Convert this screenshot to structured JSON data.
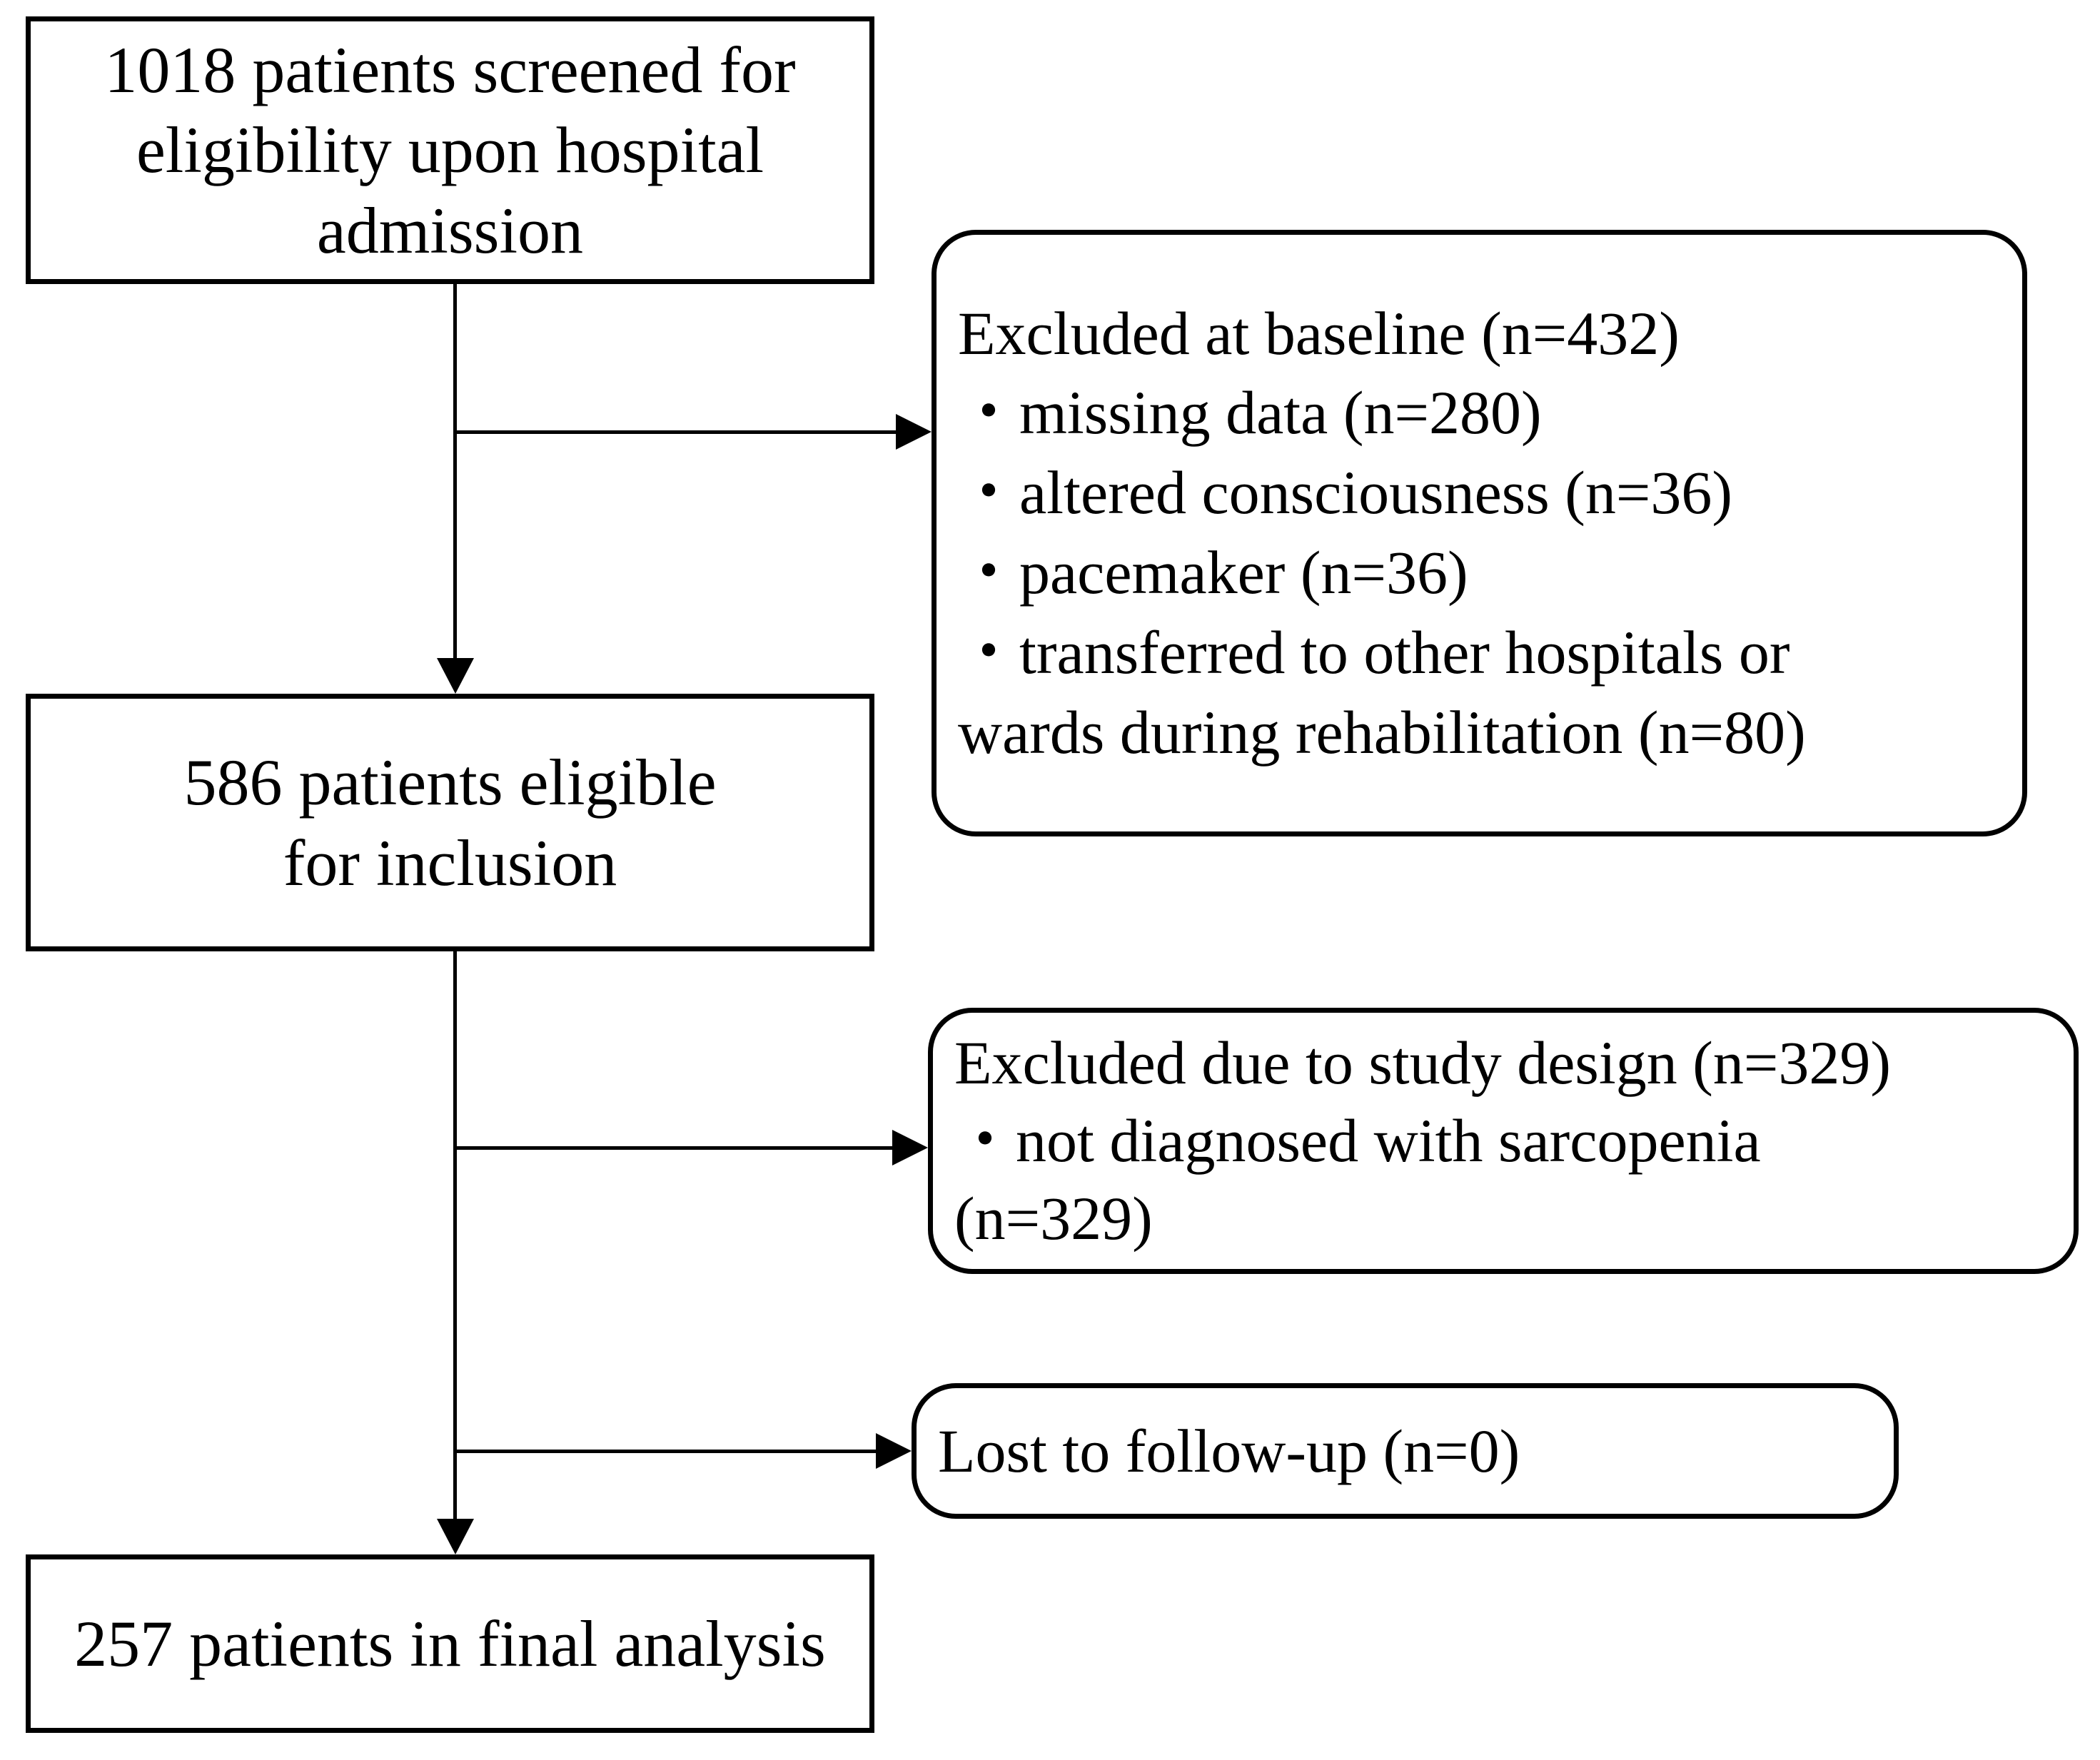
{
  "diagram": {
    "type": "participant-flow-diagram",
    "title": "",
    "nodes": {
      "screened": {
        "label": "1018 patients screened for\neligibility upon hospital\nadmission",
        "shape": "rectangle",
        "count": 1018
      },
      "eligible": {
        "label": "586 patients eligible\nfor inclusion",
        "shape": "rectangle",
        "count": 586
      },
      "final": {
        "label": "257 patients in final analysis",
        "shape": "rectangle",
        "count": 257
      },
      "excluded_baseline": {
        "label": "Excluded at baseline (n=432)\n・missing data (n=280)\n・altered consciousness (n=36)\n・pacemaker (n=36)\n・transferred to other hospitals or\nwards during rehabilitation (n=80)",
        "shape": "rounded-rectangle",
        "heading": "Excluded at baseline (n=432)",
        "count": 432,
        "reasons": [
          {
            "text": "missing data (n=280)",
            "count": 280
          },
          {
            "text": "altered consciousness (n=36)",
            "count": 36
          },
          {
            "text": "pacemaker (n=36)",
            "count": 36
          },
          {
            "text": "transferred to other hospitals or wards during rehabilitation (n=80)",
            "count": 80
          }
        ]
      },
      "excluded_design": {
        "label": "Excluded due to study design (n=329)\n・not diagnosed with sarcopenia\n(n=329)",
        "shape": "rounded-rectangle",
        "heading": "Excluded due to study design (n=329)",
        "count": 329,
        "reasons": [
          {
            "text": "not diagnosed with sarcopenia (n=329)",
            "count": 329
          }
        ]
      },
      "lost": {
        "label": "Lost to follow-up (n=0)",
        "shape": "rounded-rectangle",
        "count": 0
      }
    },
    "edges": [
      {
        "from": "screened",
        "to": "eligible",
        "direction": "down"
      },
      {
        "from": "screened",
        "to": "excluded_baseline",
        "direction": "right"
      },
      {
        "from": "eligible",
        "to": "excluded_design",
        "direction": "right"
      },
      {
        "from": "eligible",
        "to": "lost",
        "direction": "right"
      },
      {
        "from": "eligible",
        "to": "final",
        "direction": "down"
      }
    ],
    "colors": {
      "stroke": "#000000",
      "fill": "#ffffff",
      "text": "#000000"
    }
  }
}
